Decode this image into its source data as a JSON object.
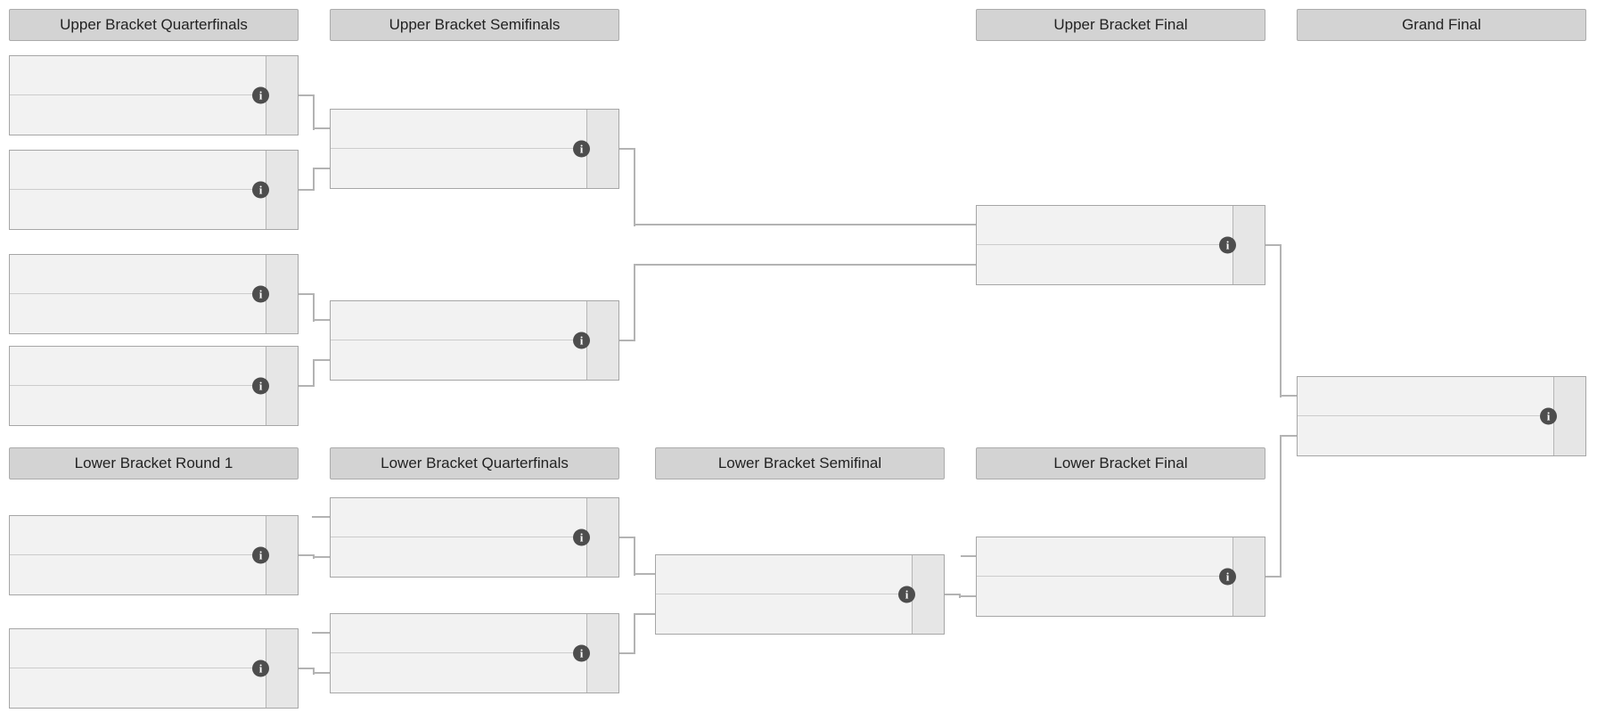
{
  "page": {
    "title": "Double Elimination Bracket",
    "background": "#ffffff"
  },
  "colors": {
    "header_bg": "#d3d3d3",
    "header_border": "#ababab",
    "header_text": "#222222",
    "match_bg": "#f2f2f2",
    "match_border": "#a6a6a6",
    "score_col_bg": "#e6e6e6",
    "slot_divider": "#cccccc",
    "connector": "#b3b3b3",
    "info_icon_bg": "#4d4d4d",
    "info_icon_fg": "#ffffff"
  },
  "icons": {
    "info_glyph": "i"
  },
  "rounds": [
    {
      "id": "ub-quarterfinals",
      "label": "Upper Bracket Quarterfinals"
    },
    {
      "id": "ub-semifinals",
      "label": "Upper Bracket Semifinals"
    },
    {
      "id": "ub-final",
      "label": "Upper Bracket Final"
    },
    {
      "id": "grand-final",
      "label": "Grand Final"
    },
    {
      "id": "lb-round1",
      "label": "Lower Bracket Round 1"
    },
    {
      "id": "lb-quarterfinals",
      "label": "Lower Bracket Quarterfinals"
    },
    {
      "id": "lb-semifinal",
      "label": "Lower Bracket Semifinal"
    },
    {
      "id": "lb-final",
      "label": "Lower Bracket Final"
    }
  ],
  "matches": [
    {
      "id": "ubqf-1",
      "round": "Upper Bracket Quarterfinals",
      "top": "",
      "bottom": ""
    },
    {
      "id": "ubqf-2",
      "round": "Upper Bracket Quarterfinals",
      "top": "",
      "bottom": ""
    },
    {
      "id": "ubqf-3",
      "round": "Upper Bracket Quarterfinals",
      "top": "",
      "bottom": ""
    },
    {
      "id": "ubqf-4",
      "round": "Upper Bracket Quarterfinals",
      "top": "",
      "bottom": ""
    },
    {
      "id": "ubsf-1",
      "round": "Upper Bracket Semifinals",
      "top": "",
      "bottom": ""
    },
    {
      "id": "ubsf-2",
      "round": "Upper Bracket Semifinals",
      "top": "",
      "bottom": ""
    },
    {
      "id": "ubf",
      "round": "Upper Bracket Final",
      "top": "",
      "bottom": ""
    },
    {
      "id": "gf",
      "round": "Grand Final",
      "top": "",
      "bottom": ""
    },
    {
      "id": "lbr1-1",
      "round": "Lower Bracket Round 1",
      "top": "",
      "bottom": ""
    },
    {
      "id": "lbr1-2",
      "round": "Lower Bracket Round 1",
      "top": "",
      "bottom": ""
    },
    {
      "id": "lbqf-1",
      "round": "Lower Bracket Quarterfinals",
      "top": "",
      "bottom": ""
    },
    {
      "id": "lbqf-2",
      "round": "Lower Bracket Quarterfinals",
      "top": "",
      "bottom": ""
    },
    {
      "id": "lbsf",
      "round": "Lower Bracket Semifinal",
      "top": "",
      "bottom": ""
    },
    {
      "id": "lbf",
      "round": "Lower Bracket Final",
      "top": "",
      "bottom": ""
    }
  ]
}
